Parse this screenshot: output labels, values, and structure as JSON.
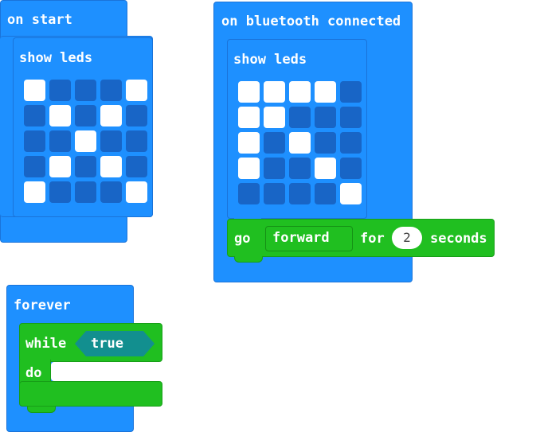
{
  "on_start": {
    "label": "on start",
    "show_leds_label": "show leds",
    "leds": [
      [
        1,
        0,
        0,
        0,
        1
      ],
      [
        0,
        1,
        0,
        1,
        0
      ],
      [
        0,
        0,
        1,
        0,
        0
      ],
      [
        0,
        1,
        0,
        1,
        0
      ],
      [
        1,
        0,
        0,
        0,
        1
      ]
    ]
  },
  "on_bluetooth": {
    "label": "on bluetooth connected",
    "show_leds_label": "show leds",
    "leds": [
      [
        1,
        1,
        1,
        1,
        0
      ],
      [
        1,
        1,
        0,
        0,
        0
      ],
      [
        1,
        0,
        1,
        0,
        0
      ],
      [
        1,
        0,
        0,
        1,
        0
      ],
      [
        0,
        0,
        0,
        0,
        1
      ]
    ],
    "go_block": {
      "go_label": "go",
      "direction": "forward",
      "for_label": "for",
      "seconds_value": "2",
      "seconds_label": "seconds"
    }
  },
  "forever": {
    "label": "forever",
    "while_label": "while",
    "condition": "true",
    "do_label": "do"
  },
  "colors": {
    "basic_blue": "#1e90ff",
    "led_off": "#1865c6",
    "led_on": "#ffffff",
    "motor_green": "#20bf20",
    "logic_teal": "#128f8f"
  }
}
